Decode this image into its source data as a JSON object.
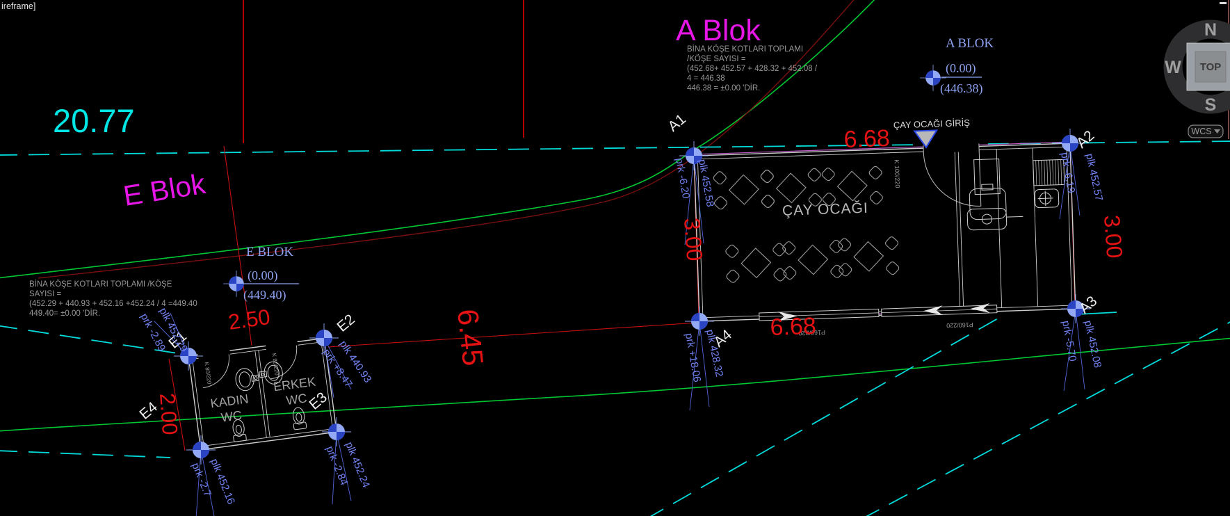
{
  "viewport": {
    "wireframe_label": "ireframe]"
  },
  "compass": {
    "n": "N",
    "w": "W",
    "s": "S",
    "top": "TOP",
    "wcs": "WCS"
  },
  "terrain": {
    "spot_elevation": "20.77"
  },
  "block_a": {
    "title": "A Blok",
    "plan_name": "A BLOK",
    "level_rel": "(0.00)",
    "level_abs": "(446.38)",
    "calc": [
      "BİNA KÖŞE KOTLARI TOPLAMI",
      "/KÖŞE SAYISI =",
      "(452.68+ 452.57 + 428.32 + 452.08  /",
      "4 = 446.38",
      "446.38 = ±0.00 'DİR."
    ],
    "room_label": "ÇAY OCAĞI",
    "entrance_label": "ÇAY OCAĞI GİRİŞ",
    "door_label": "K 100/220",
    "window_label": "P160/220",
    "dim_top": "6.68",
    "dim_bottom": "6.68",
    "dim_left": "3.00",
    "dim_right": "3.00",
    "corners": [
      {
        "id": "A1",
        "plk": "plk 452.58",
        "prk": "prk -6.20"
      },
      {
        "id": "A2",
        "plk": "plk 452.57",
        "prk": "prk -6.19"
      },
      {
        "id": "A3",
        "plk": "plk 452.08",
        "prk": "prk -5.70"
      },
      {
        "id": "A4",
        "plk": "plk 428.32",
        "prk": "prk +18.06"
      }
    ]
  },
  "block_e": {
    "title": "E Blok",
    "plan_name": "E BLOK",
    "level_rel": "(0.00)",
    "level_abs": "(449.40)",
    "calc": [
      "BİNA KÖŞE KOTLARI TOPLAMI /KÖŞE",
      "SAYISI =",
      "(452.29 + 440.93 + 452.16 +452.24  / 4 =449.40",
      "449.40= ±0.00 'DİR."
    ],
    "room_left_line1": "KADIN",
    "room_left_line2": "WC",
    "room_right_line1": "ERKEK",
    "room_right_line2": "WC",
    "door_label": "K 80/220",
    "dim_top": "2.50",
    "dim_left": "2.00",
    "corners": [
      {
        "id": "E1",
        "plk": "plk 452.29",
        "prk": "prk -2.89"
      },
      {
        "id": "E2",
        "plk": "plk 440.93",
        "prk": "prk +8.47"
      },
      {
        "id": "E3",
        "plk": "plk 452.24",
        "prk": "prk -2.84"
      },
      {
        "id": "E4",
        "plk": "plk 452.16",
        "prk": "prk -2.7"
      }
    ]
  },
  "site": {
    "gap_dim": "6.45"
  },
  "colors": {
    "background": "#000000",
    "dim_red": "#e41212",
    "bright_red_line": "#ef0000",
    "annotation_blue": "#7282f0",
    "marker_blue_light": "#93a9f6",
    "marker_blue_dark": "#2b44c4",
    "survey_cyan": "#00dcdc",
    "block_magenta": "#e616e6",
    "contour_green": "#00c832",
    "contour_dark_red": "#7a1010",
    "wall_white": "#cfcfcf",
    "text_gray": "#979797",
    "level_blue": "#8ea2f2",
    "wall_magenta": "#c05ec8"
  }
}
